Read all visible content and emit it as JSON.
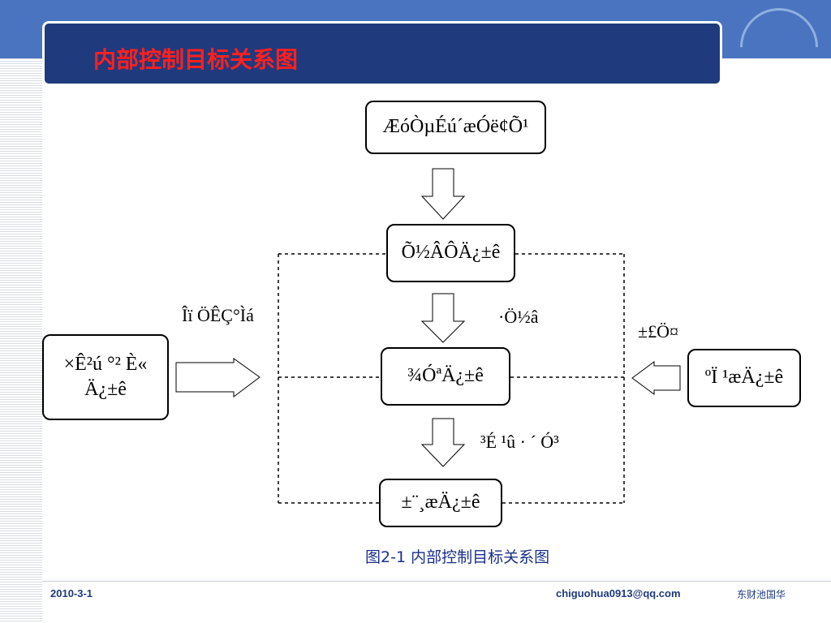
{
  "slide": {
    "title": "内部控制目标关系图"
  },
  "diagram": {
    "nodes": {
      "top": "ÆóÒµÉú´æÓë¢Õ¹",
      "strategic": "Õ½ÂÔÄ¿±ê",
      "operating": "¾­ÓªÄ¿±ê",
      "reporting": "±¨¸æÄ¿±ê",
      "left": "×Ê²ú °² È«\nÄ¿±ê",
      "right": "ºÏ ¹æÄ¿±ê"
    },
    "labels": {
      "left_arrow": "Îï ÖÊÇ°Ìá",
      "mid_upper": "·Ö½â",
      "right_arrow": "±£Ö¤",
      "mid_lower": "³É ¹û · ´ Ó³"
    },
    "caption": "图2-1  内部控制目标关系图"
  },
  "footer": {
    "date": "2010-3-1",
    "email": "chiguohua0913@qq.com",
    "org": "东财池国华"
  },
  "colors": {
    "header_blue": "#4a74bf",
    "title_panel": "#1f3a7d",
    "title_red": "#ff2020",
    "caption_blue": "#1a2f8a"
  }
}
